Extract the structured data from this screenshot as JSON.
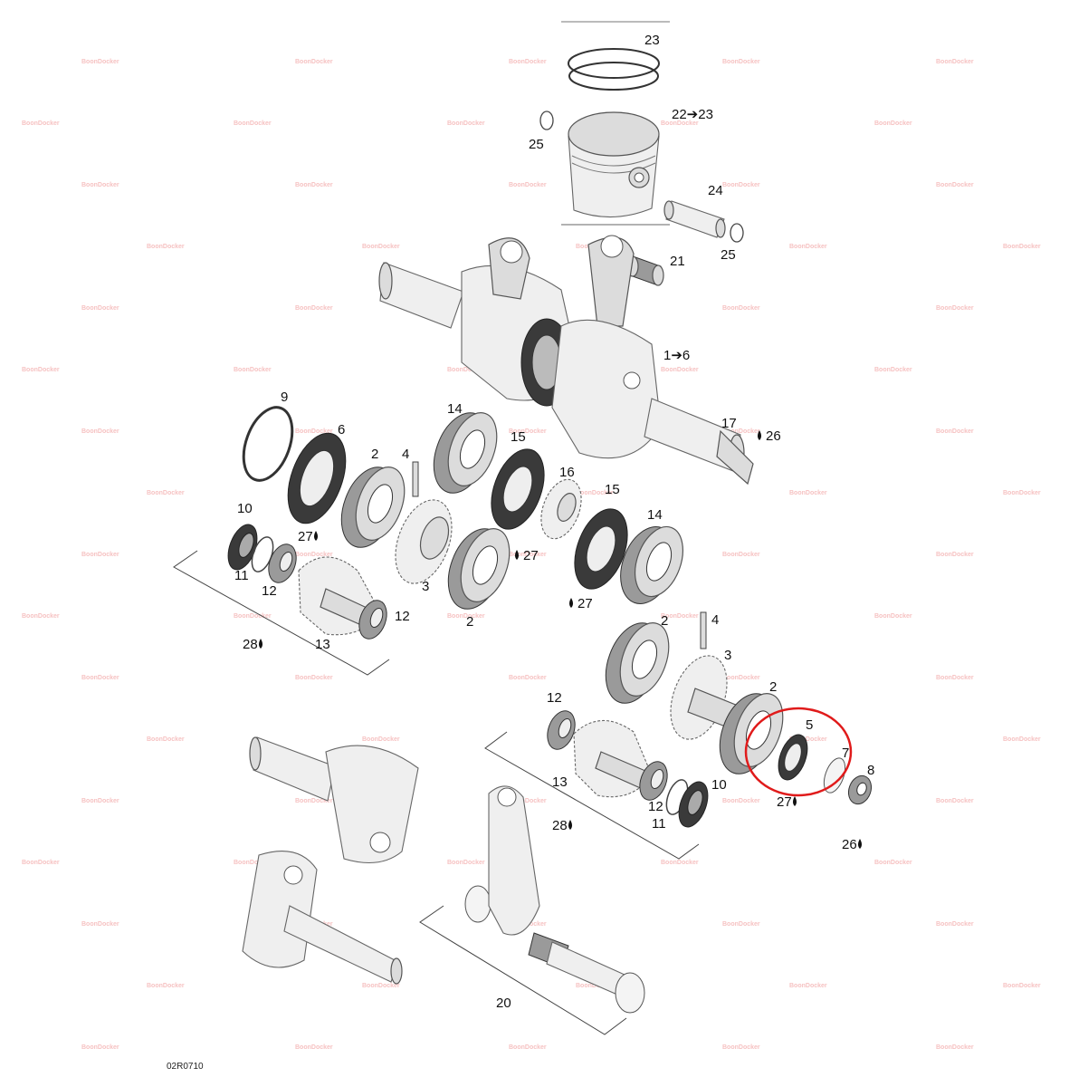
{
  "diagram": {
    "drawing_code": "02R0710",
    "watermark_text": "BoonDocker",
    "highlight_color": "#e01b1b",
    "part_labels": [
      {
        "id": "l23a",
        "text": "23"
      },
      {
        "id": "l22",
        "text": "22➔23"
      },
      {
        "id": "l25a",
        "text": "25"
      },
      {
        "id": "l24",
        "text": "24"
      },
      {
        "id": "l25b",
        "text": "25"
      },
      {
        "id": "l21",
        "text": "21"
      },
      {
        "id": "l1to6",
        "text": "1➔6"
      },
      {
        "id": "l17",
        "text": "17"
      },
      {
        "id": "l26a",
        "text": "26"
      },
      {
        "id": "l9",
        "text": "9"
      },
      {
        "id": "l6",
        "text": "6"
      },
      {
        "id": "l2a",
        "text": "2"
      },
      {
        "id": "l4a",
        "text": "4"
      },
      {
        "id": "l14a",
        "text": "14"
      },
      {
        "id": "l15a",
        "text": "15"
      },
      {
        "id": "l16",
        "text": "16"
      },
      {
        "id": "l15b",
        "text": "15"
      },
      {
        "id": "l14b",
        "text": "14"
      },
      {
        "id": "l10a",
        "text": "10"
      },
      {
        "id": "l27a",
        "text": "27"
      },
      {
        "id": "l11a",
        "text": "11"
      },
      {
        "id": "l12a",
        "text": "12"
      },
      {
        "id": "l3a",
        "text": "3"
      },
      {
        "id": "l27b",
        "text": "27"
      },
      {
        "id": "l27c",
        "text": "27"
      },
      {
        "id": "l12b",
        "text": "12"
      },
      {
        "id": "l2b",
        "text": "2"
      },
      {
        "id": "l13a",
        "text": "13"
      },
      {
        "id": "l28a",
        "text": "28"
      },
      {
        "id": "l2c",
        "text": "2"
      },
      {
        "id": "l4b",
        "text": "4"
      },
      {
        "id": "l3b",
        "text": "3"
      },
      {
        "id": "l2d",
        "text": "2"
      },
      {
        "id": "l12c",
        "text": "12"
      },
      {
        "id": "l5",
        "text": "5"
      },
      {
        "id": "l7",
        "text": "7"
      },
      {
        "id": "l8",
        "text": "8"
      },
      {
        "id": "l27d",
        "text": "27"
      },
      {
        "id": "l13b",
        "text": "13"
      },
      {
        "id": "l12d",
        "text": "12"
      },
      {
        "id": "l10b",
        "text": "10"
      },
      {
        "id": "l11b",
        "text": "11"
      },
      {
        "id": "l28b",
        "text": "28"
      },
      {
        "id": "l26b",
        "text": "26"
      },
      {
        "id": "l20",
        "text": "20"
      }
    ]
  }
}
